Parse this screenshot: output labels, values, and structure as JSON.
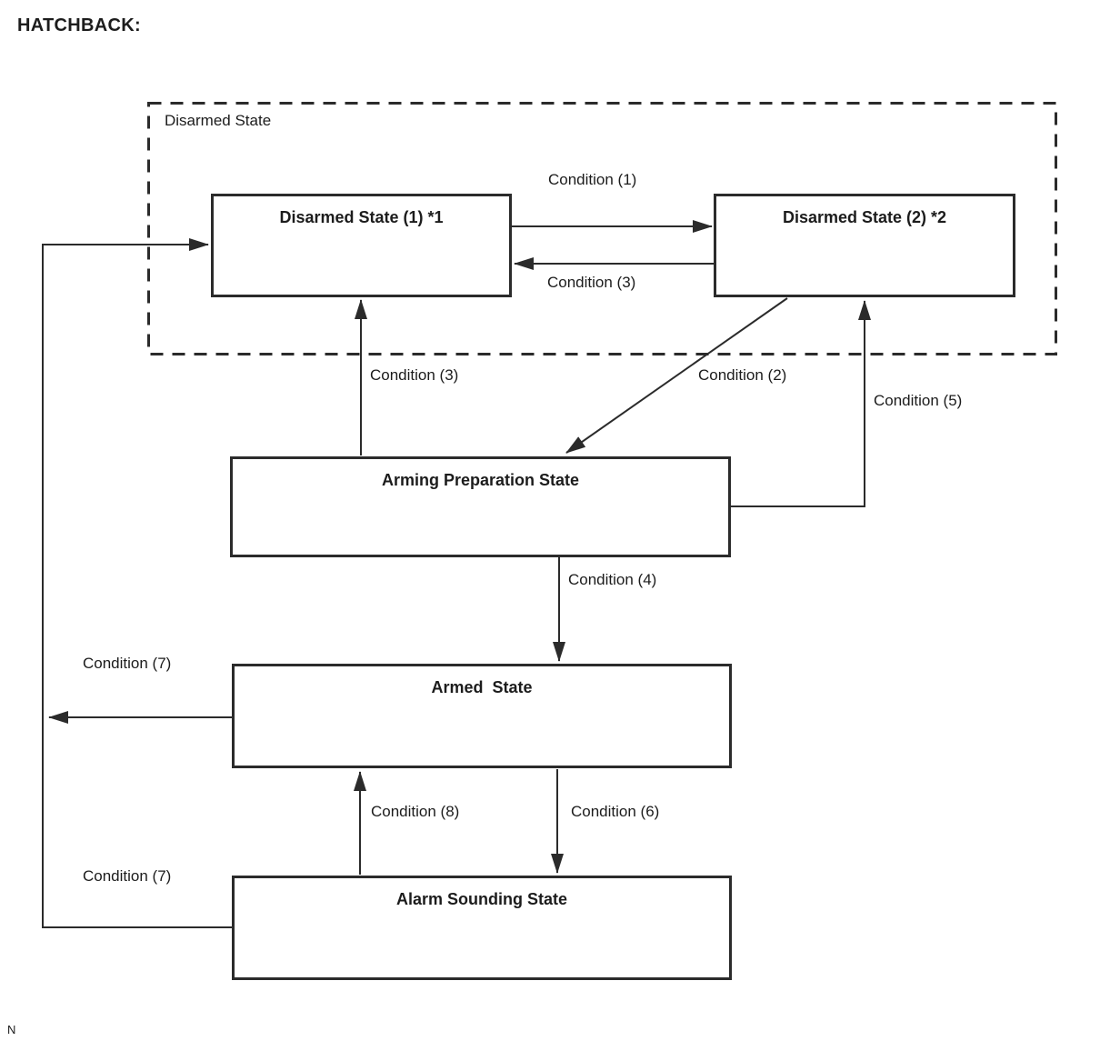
{
  "page": {
    "title": "HATCHBACK:",
    "footnote": "N"
  },
  "diagram": {
    "type": "state-transition-diagram",
    "group": {
      "label": "Disarmed State"
    },
    "states": {
      "disarmed1": "Disarmed State (1) *1",
      "disarmed2": "Disarmed State (2) *2",
      "arming_preparation": "Arming Preparation State",
      "armed": "Armed  State",
      "alarm_sounding": "Alarm Sounding State"
    },
    "transitions": {
      "c1": {
        "label": "Condition (1)",
        "from": "disarmed1",
        "to": "disarmed2"
      },
      "c3_between": {
        "label": "Condition (3)",
        "from": "disarmed2",
        "to": "disarmed1"
      },
      "c3_up": {
        "label": "Condition (3)",
        "from": "arming_preparation",
        "to": "disarmed1"
      },
      "c2": {
        "label": "Condition (2)",
        "from": "disarmed2",
        "to": "arming_preparation"
      },
      "c5": {
        "label": "Condition (5)",
        "from": "arming_preparation",
        "to": "disarmed2"
      },
      "c4": {
        "label": "Condition (4)",
        "from": "arming_preparation",
        "to": "armed"
      },
      "c7_top": {
        "label": "Condition (7)",
        "from": "armed",
        "to": "disarmed1"
      },
      "c8": {
        "label": "Condition (8)",
        "from": "alarm_sounding",
        "to": "armed"
      },
      "c6": {
        "label": "Condition (6)",
        "from": "armed",
        "to": "alarm_sounding"
      },
      "c7_bottom": {
        "label": "Condition (7)",
        "from": "alarm_sounding",
        "to": "disarmed1"
      }
    },
    "colors": {
      "line": "#2b2b2b",
      "text": "#1c1c1c",
      "background": "#ffffff"
    }
  }
}
